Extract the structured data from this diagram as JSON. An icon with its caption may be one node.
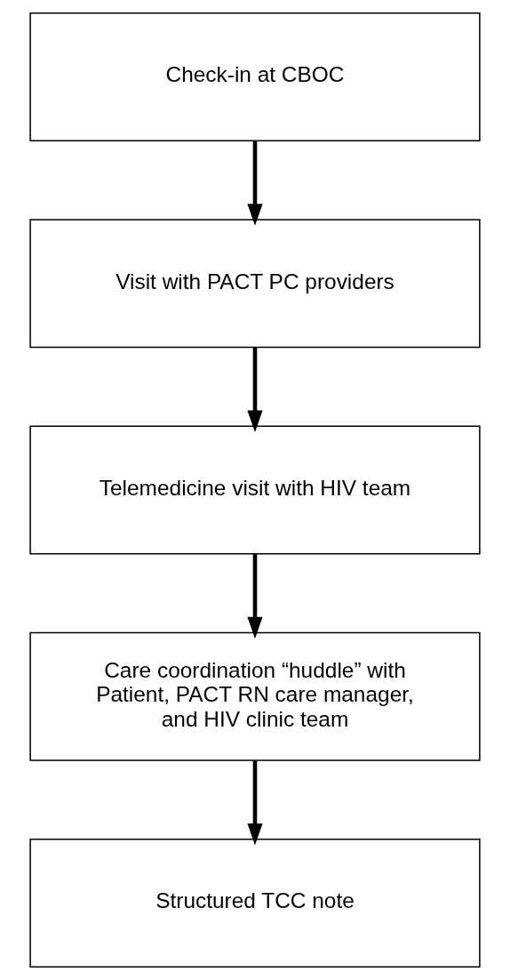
{
  "diagram": {
    "nodes": [
      {
        "text": [
          "Check-in at CBOC"
        ]
      },
      {
        "text": [
          "Visit with PACT PC providers"
        ]
      },
      {
        "text": [
          "Telemedicine visit with HIV team"
        ]
      },
      {
        "text": [
          "Care coordination “huddle” with Patient, PACT RN care manager, and HIV clinic team"
        ]
      },
      {
        "text": [
          "Structured TCC note"
        ]
      }
    ],
    "edges": [
      {
        "from": 0,
        "to": 1,
        "arrow": "to"
      },
      {
        "from": 1,
        "to": 2,
        "arrow": "to"
      },
      {
        "from": 2,
        "to": 3,
        "arrow": "to"
      },
      {
        "from": 3,
        "to": 4,
        "arrow": "to"
      }
    ]
  }
}
